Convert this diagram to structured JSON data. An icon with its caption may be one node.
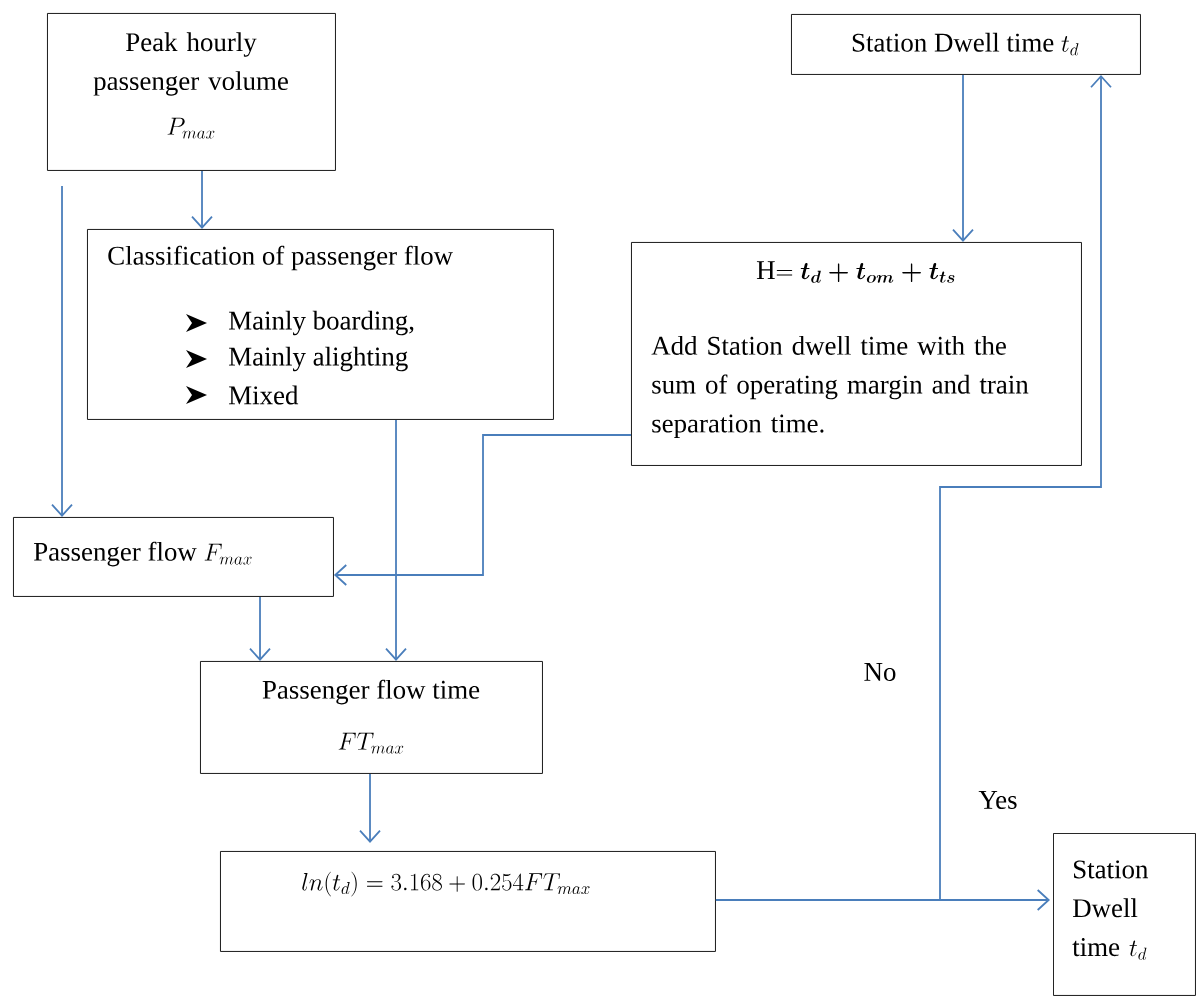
{
  "diagram": {
    "nodes": [
      {
        "text": [
          "Peak hourly passenger volume",
          "P_{max}"
        ]
      },
      {
        "text": [
          "Classification of passenger flow",
          "Mainly boarding,",
          "Mainly alighting",
          "Mixed"
        ]
      },
      {
        "text": [
          "Station Dwell time",
          "t_d"
        ]
      },
      {
        "text": [
          "\\mathrm{H}{=}\\ \\boldsymbol{t_d+t_{om}+t_{ts}}",
          "Add Station dwell time with the sum of operating margin and train separation time."
        ]
      },
      {
        "text": [
          "Passenger flow",
          "F_{max}"
        ]
      },
      {
        "text": [
          "Passenger flow time",
          "FT_{max}"
        ]
      },
      {
        "text": [
          "ln(t_d)=3.168+0.254FT_{max}"
        ]
      },
      {
        "text": [
          "Station Dwell time",
          "t_d"
        ]
      }
    ],
    "edges": [
      {
        "from": 0,
        "to": 1,
        "arrow": "to"
      },
      {
        "from": 0,
        "to": 4,
        "arrow": "to"
      },
      {
        "from": 1,
        "to": 5,
        "arrow": "to"
      },
      {
        "from": 3,
        "to": 4,
        "arrow": "to"
      },
      {
        "from": 4,
        "to": 5,
        "arrow": "to"
      },
      {
        "from": 5,
        "to": 6,
        "arrow": "to"
      },
      {
        "from": 2,
        "to": 3,
        "arrow": "to"
      },
      {
        "from": 6,
        "to": 7,
        "label": "Yes",
        "arrow": "to"
      },
      {
        "from": 6,
        "to": 2,
        "label": "No",
        "arrow": "to"
      }
    ]
  }
}
